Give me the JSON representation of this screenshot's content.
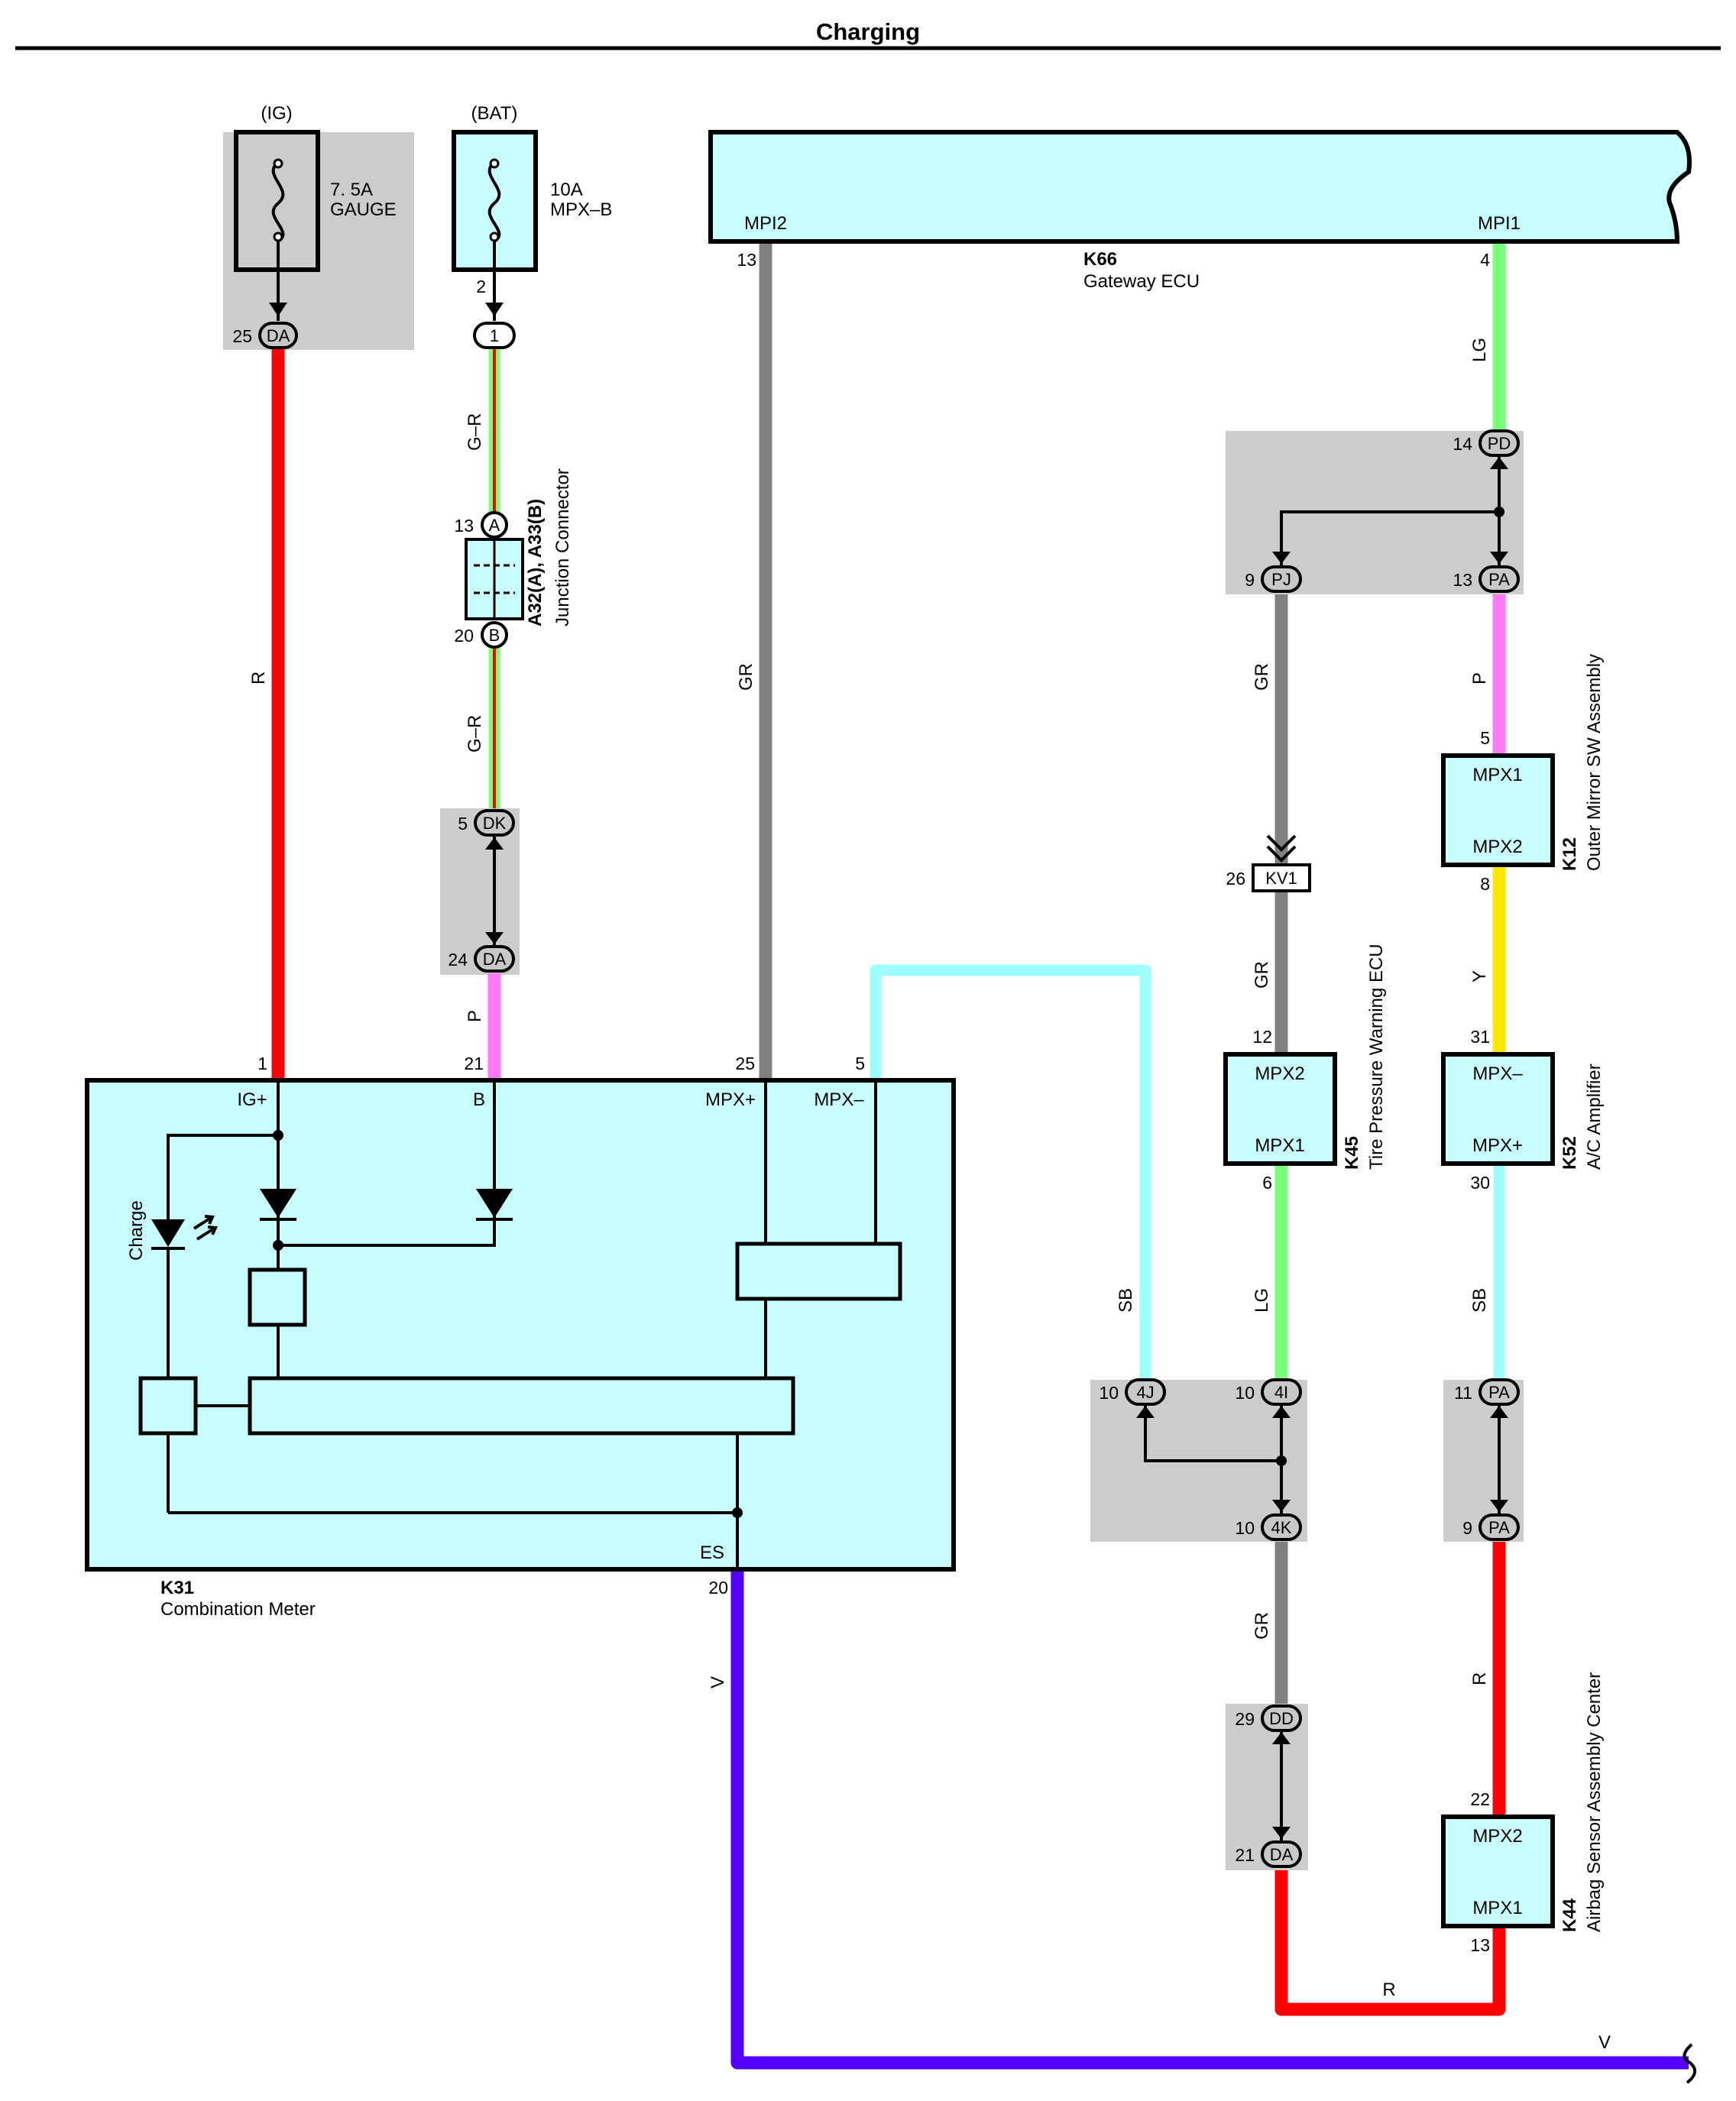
{
  "title": "Charging",
  "colors": {
    "red": "#ff0000",
    "green": "#79ff79",
    "pink": "#ff7af5",
    "gray": "#808080",
    "sky": "#9ffcfc",
    "yellow": "#ffe800",
    "violet": "#5500ff",
    "box_fill": "#c8fdfd",
    "shade": "#cccccc"
  },
  "fuses": [
    {
      "source": "(IG)",
      "rating": "7. 5A",
      "name": "GAUGE"
    },
    {
      "source": "(BAT)",
      "rating": "10A",
      "name": "MPX–B"
    }
  ],
  "components": {
    "k66": {
      "code": "K66",
      "name": "Gateway ECU",
      "pin_mpi2": "MPI2",
      "pin_mpi1": "MPI1"
    },
    "k31": {
      "code": "K31",
      "name": "Combination Meter",
      "pin_ig": "IG+",
      "pin_b": "B",
      "pin_mpxp": "MPX+",
      "pin_mpxm": "MPX–",
      "pin_es": "ES",
      "led_label": "Charge"
    },
    "a32": {
      "code": "A32(A), A33(B)",
      "name": "Junction Connector"
    },
    "k12": {
      "code": "K12",
      "name": "Outer Mirror SW Assembly",
      "pin_top": "MPX1",
      "pin_bottom": "MPX2"
    },
    "k45": {
      "code": "K45",
      "name": "Tire Pressure Warning ECU",
      "pin_top": "MPX2",
      "pin_bottom": "MPX1"
    },
    "k52": {
      "code": "K52",
      "name": "A/C Amplifier",
      "pin_top": "MPX–",
      "pin_bottom": "MPX+"
    },
    "k44": {
      "code": "K44",
      "name": "Airbag Sensor Assembly Center",
      "pin_top": "MPX2",
      "pin_bottom": "MPX1"
    }
  },
  "connectors": {
    "da_ig": "DA",
    "c1": "1",
    "ca": "A",
    "cb": "B",
    "dk": "DK",
    "da_left": "DA",
    "pd": "PD",
    "pj": "PJ",
    "pa_top": "PA",
    "kv1": "KV1",
    "c4j": "4J",
    "c4i": "4I",
    "c4k": "4K",
    "pa_mid": "PA",
    "pa_low": "PA",
    "dd": "DD",
    "da_right": "DA"
  },
  "pins": {
    "p25_da": "25",
    "p2": "2",
    "p13_a": "13",
    "p20_b": "20",
    "p5_dk": "5",
    "p24_da": "24",
    "p1_k31": "1",
    "p21_k31": "21",
    "p25_k31": "25",
    "p5_k31": "5",
    "p20_k31": "20",
    "p13_k66": "13",
    "p4_k66": "4",
    "p14_pd": "14",
    "p9_pj": "9",
    "p13_pa": "13",
    "p5_k12": "5",
    "p8_k12": "8",
    "p26_kv1": "26",
    "p12_k45": "12",
    "p6_k45": "6",
    "p31_k52": "31",
    "p30_k52": "30",
    "p10_4j": "10",
    "p10_4i": "10",
    "p10_4k": "10",
    "p11_pa": "11",
    "p9_pa": "9",
    "p29_dd": "29",
    "p21_da": "21",
    "p22_k44": "22",
    "p13_k44": "13"
  },
  "wire_codes": {
    "r_left": "R",
    "gr_top": "G–R",
    "gr_bottom": "G–R",
    "p_left": "P",
    "gr_k66": "GR",
    "lg_top": "LG",
    "gr_pj": "GR",
    "p_pa": "P",
    "gr_kv1": "GR",
    "y_k12": "Y",
    "sb_k31": "SB",
    "lg_k45": "LG",
    "sb_k52": "SB",
    "gr_4k": "GR",
    "r_k44": "R",
    "r_bottom": "R",
    "v_left": "V",
    "v_bottom": "V"
  }
}
